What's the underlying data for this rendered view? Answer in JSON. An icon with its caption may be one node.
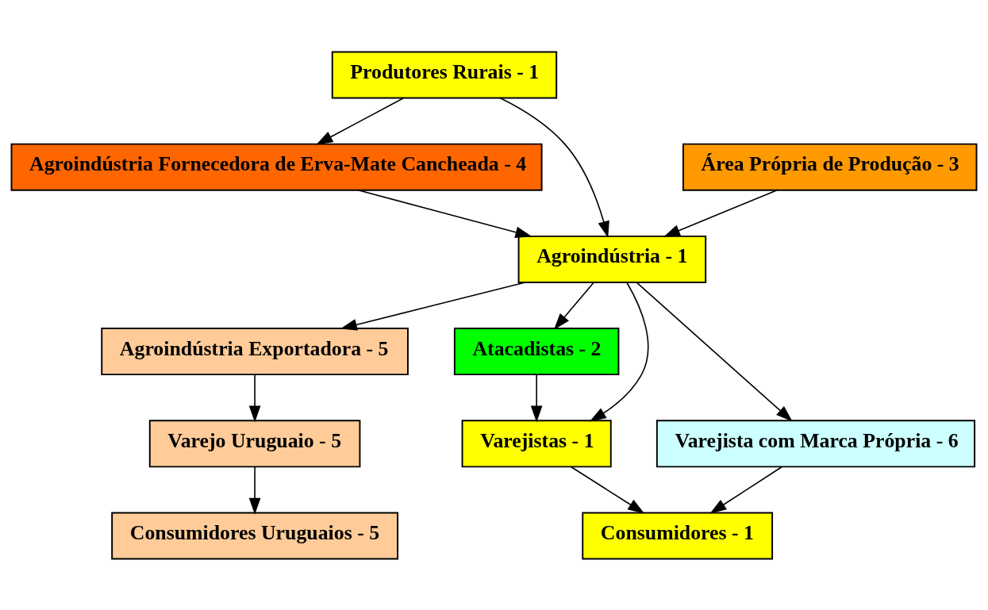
{
  "diagram": {
    "nodes": [
      {
        "text": [
          "Produtores Rurais - 1"
        ]
      },
      {
        "text": [
          "Agroindústria Fornecedora de Erva-Mate Cancheada - 4"
        ]
      },
      {
        "text": [
          "Área Própria de Produção - 3"
        ]
      },
      {
        "text": [
          "Agroindústria - 1"
        ]
      },
      {
        "text": [
          "Agroindústria Exportadora - 5"
        ]
      },
      {
        "text": [
          "Atacadistas - 2"
        ]
      },
      {
        "text": [
          "Varejo Uruguaio - 5"
        ]
      },
      {
        "text": [
          "Varejista com Marca Própria - 6"
        ]
      },
      {
        "text": [
          "Varejistas - 1"
        ]
      },
      {
        "text": [
          "Consumidores - 1"
        ]
      },
      {
        "text": [
          "Consumidores Uruguaios - 5"
        ]
      }
    ],
    "edges": [
      {
        "from": 0,
        "to": 1,
        "arrow": "to"
      },
      {
        "from": 0,
        "to": 3,
        "arrow": "to"
      },
      {
        "from": 2,
        "to": 3,
        "arrow": "to"
      },
      {
        "from": 1,
        "to": 3,
        "arrow": "to"
      },
      {
        "from": 3,
        "to": 4,
        "arrow": "to"
      },
      {
        "from": 3,
        "to": 5,
        "arrow": "to"
      },
      {
        "from": 3,
        "to": 7,
        "arrow": "to"
      },
      {
        "from": 3,
        "to": 8,
        "arrow": "to"
      },
      {
        "from": 5,
        "to": 8,
        "arrow": "to"
      },
      {
        "from": 4,
        "to": 6,
        "arrow": "to"
      },
      {
        "from": 6,
        "to": 10,
        "arrow": "to"
      },
      {
        "from": 7,
        "to": 9,
        "arrow": "to"
      },
      {
        "from": 8,
        "to": 9,
        "arrow": "to"
      }
    ]
  }
}
